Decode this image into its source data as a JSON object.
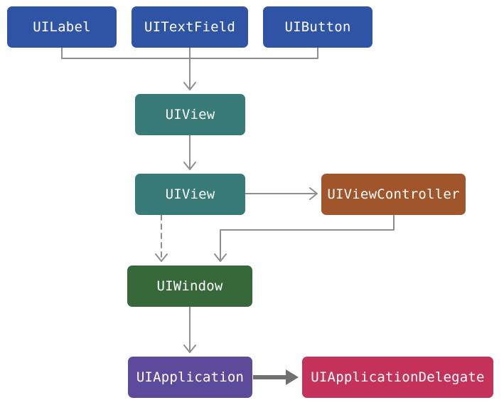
{
  "nodes": {
    "uilabel": "UILabel",
    "uitextfield": "UITextField",
    "uibutton": "UIButton",
    "uiview_top": "UIView",
    "uiview_bottom": "UIView",
    "uiviewcontroller": "UIViewController",
    "uiwindow": "UIWindow",
    "uiapplication": "UIApplication",
    "uiapplicationdelegate": "UIApplicationDelegate"
  },
  "colors": {
    "control_blue": "#2f54a6",
    "view_teal": "#387a77",
    "controller_orange": "#a0552a",
    "window_green": "#37683a",
    "application_purple": "#5e4a9a",
    "delegate_crimson": "#c4325a",
    "connector_gray": "#8e8e8e",
    "strong_arrow_gray": "#707070"
  },
  "edges": [
    {
      "from": "uilabel",
      "to": "uiview_top",
      "style": "solid"
    },
    {
      "from": "uitextfield",
      "to": "uiview_top",
      "style": "solid"
    },
    {
      "from": "uibutton",
      "to": "uiview_top",
      "style": "solid"
    },
    {
      "from": "uiview_top",
      "to": "uiview_bottom",
      "style": "solid"
    },
    {
      "from": "uiview_bottom",
      "to": "uiviewcontroller",
      "style": "solid"
    },
    {
      "from": "uiview_bottom",
      "to": "uiwindow",
      "style": "dashed"
    },
    {
      "from": "uiviewcontroller",
      "to": "uiwindow",
      "style": "solid"
    },
    {
      "from": "uiwindow",
      "to": "uiapplication",
      "style": "solid"
    },
    {
      "from": "uiapplication",
      "to": "uiapplicationdelegate",
      "style": "bold"
    }
  ]
}
